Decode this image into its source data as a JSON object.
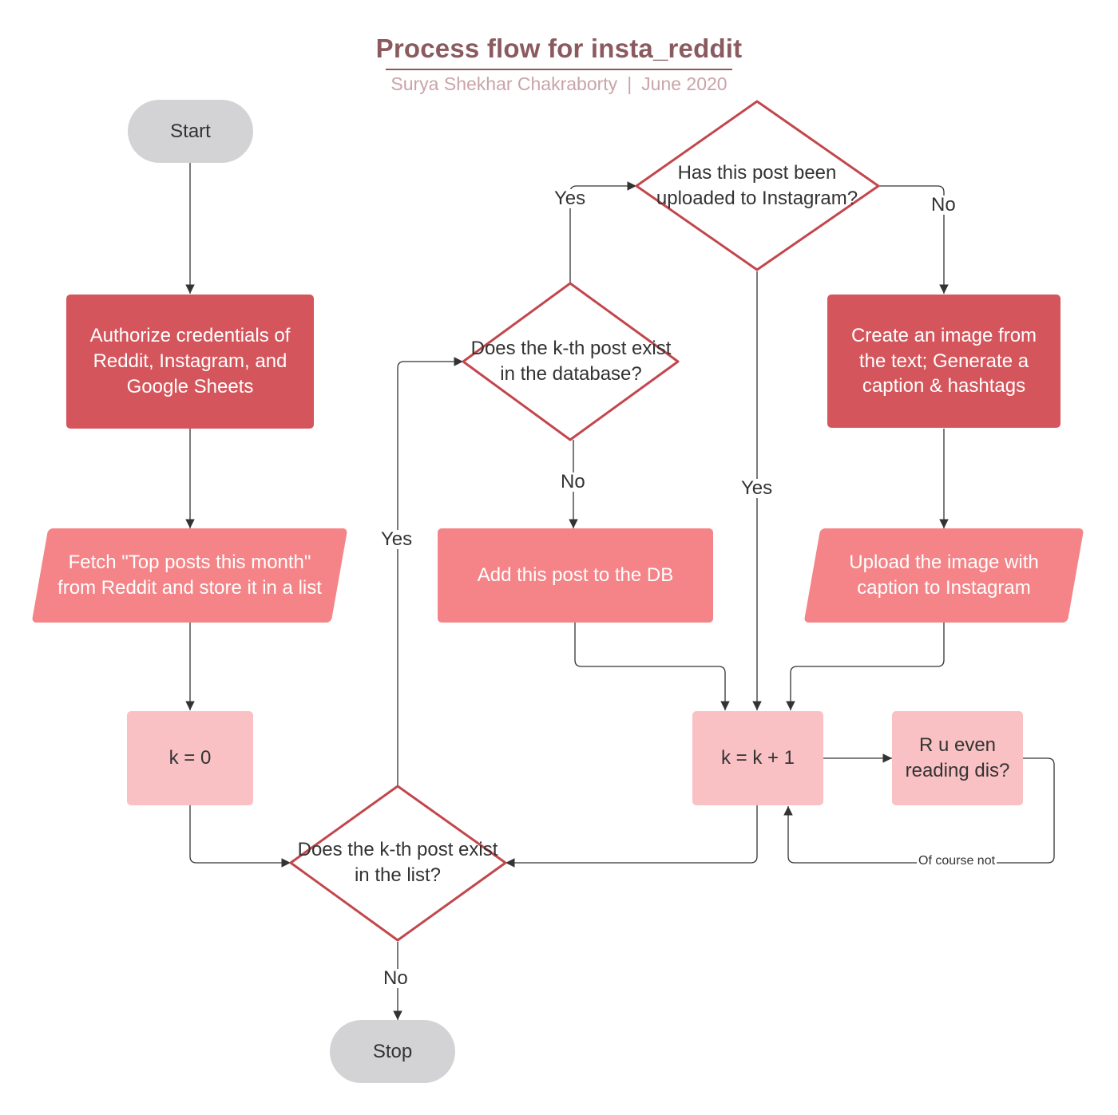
{
  "header": {
    "title": "Process flow for insta_reddit",
    "author": "Surya Shekhar Chakraborty",
    "separator": "|",
    "date": "June 2020"
  },
  "nodes": {
    "start": "Start",
    "authorize": "Authorize credentials of Reddit, Instagram, and Google Sheets",
    "fetch": "Fetch \"Top posts this month\" from Reddit and store it in a list",
    "k_init": "k = 0",
    "exists_list": "Does the k-th post exist in the list?",
    "stop": "Stop",
    "exists_db": "Does the k-th post exist in the database?",
    "add_db": "Add this post to the DB",
    "uploaded": "Has this post been uploaded to Instagram?",
    "create_image": "Create an image from the text; Generate a caption & hashtags",
    "upload": "Upload the image with caption to Instagram",
    "k_inc": "k = k + 1",
    "reading": "R u even reading dis?"
  },
  "edge_labels": {
    "list_yes": "Yes",
    "list_no": "No",
    "db_yes": "Yes",
    "db_no": "No",
    "uploaded_yes": "Yes",
    "uploaded_no": "No",
    "reading_loop": "Of course not"
  },
  "colors": {
    "title": "#8a5a5f",
    "subtitle": "#c9a4a8",
    "terminal": "#d3d3d6",
    "dark_process": "#d4565c",
    "mid_process": "#f48487",
    "light_process": "#f9c1c4",
    "decision_stroke": "#c2474d",
    "connector": "#333333"
  }
}
